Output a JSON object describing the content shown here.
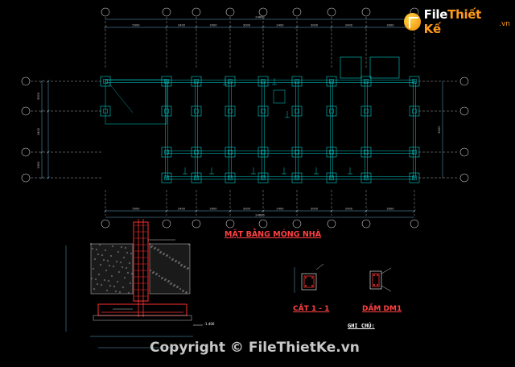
{
  "watermark": {
    "logo_brand_a": "File",
    "logo_brand_b": "Thiết Kế",
    "logo_domain": ".vn",
    "copyright": "Copyright © FileThietKe.vn"
  },
  "titles": {
    "plan": "MẶT BẰNG MÓNG NHÀ",
    "section": "CẮT 1 - 1",
    "beam": "DẦM DM1"
  },
  "notes": {
    "heading": "GHI CHÚ:"
  },
  "dims": {
    "overall": "24600",
    "top_row": [
      "5000",
      "2400",
      "3000",
      "3000",
      "2400",
      "3000",
      "2400",
      "3000"
    ],
    "left_col": [
      "3900",
      "2400",
      "1900"
    ],
    "right_col": "8200",
    "level": "-1.400"
  },
  "colors": {
    "grid": "#c8c8c8",
    "column": "#00d0d0",
    "dim": "#7fd0ff",
    "section": "#ff3030",
    "background": "#000000"
  }
}
